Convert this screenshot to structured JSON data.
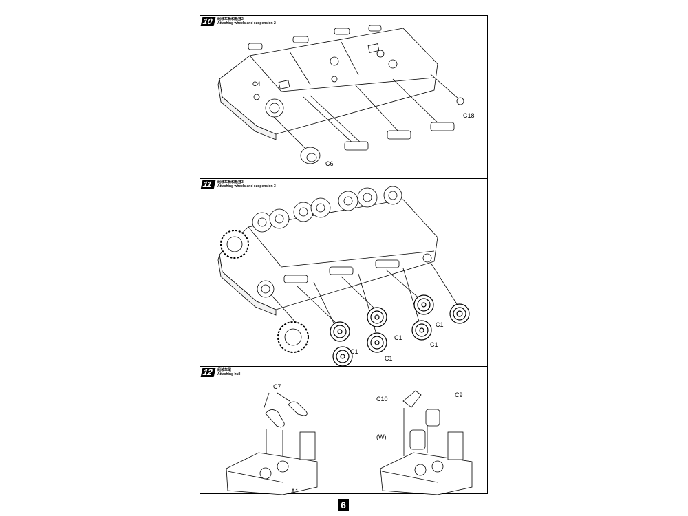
{
  "steps": [
    {
      "number": "10",
      "title_cn": "组装车轮和悬挂2",
      "title_en": "Attaching wheels and suspension 2",
      "labels": {
        "c4": "C4",
        "c6": "C6",
        "c18": "C18"
      }
    },
    {
      "number": "11",
      "title_cn": "组装车轮和悬挂3",
      "title_en": "Attaching wheels and suspension 3",
      "labels": {
        "c1": "C1"
      }
    },
    {
      "number": "12",
      "title_cn": "组装车尾",
      "title_en": "Attaching hull",
      "labels": {
        "c7": "C7",
        "a1": "A1",
        "c10": "C10",
        "c9": "C9",
        "w": "(W)"
      }
    }
  ],
  "page_number": "6"
}
